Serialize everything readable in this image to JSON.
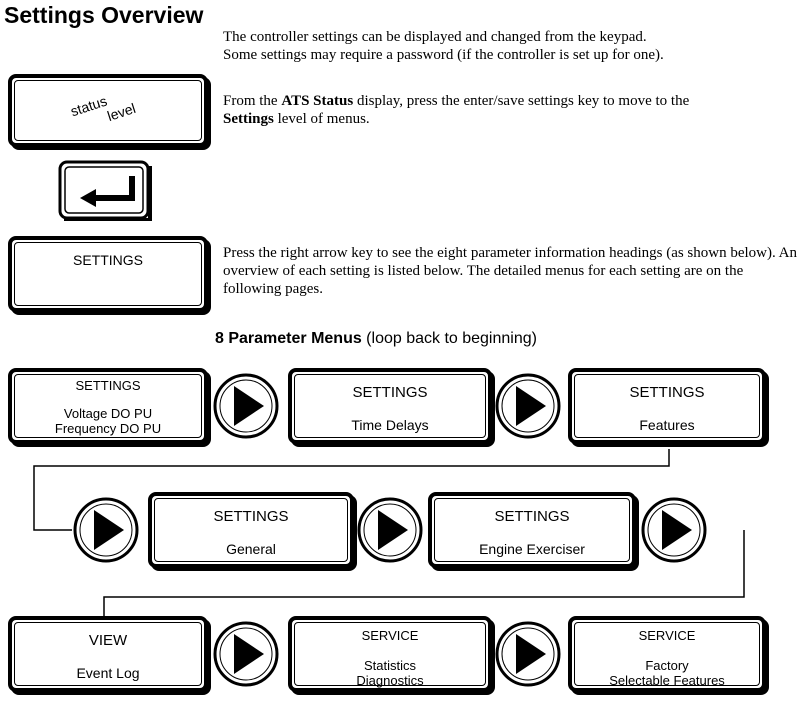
{
  "page_title": "Settings Overview",
  "intro": {
    "line1": "The controller settings can be displayed and changed from the keypad.",
    "line2": "Some settings may require a password (if the controller is set up for one)."
  },
  "status_step": {
    "display_word1": "status",
    "display_word2": "level",
    "text_prefix": "From the ",
    "text_bold1": "ATS Status",
    "text_middle": " display, press the enter/save settings key to move to the",
    "text_bold2": "Settings",
    "text_suffix": " level of menus."
  },
  "enter_key": {
    "icon": "enter-key-icon"
  },
  "settings_step": {
    "display": "SETTINGS",
    "text": "Press the right arrow key to see the eight parameter information headings (as shown below).  An overview of each setting is listed below.  The detailed menus for each setting are on the following pages."
  },
  "menus_heading": {
    "bold": "8 Parameter Menus",
    "normal": " (loop back to beginning)"
  },
  "menus": [
    {
      "head": "SETTINGS",
      "line1": "Voltage DO PU",
      "line2": "Frequency DO PU"
    },
    {
      "head": "SETTINGS",
      "line1": "Time Delays"
    },
    {
      "head": "SETTINGS",
      "line1": "Features"
    },
    {
      "head": "SETTINGS",
      "line1": "General"
    },
    {
      "head": "SETTINGS",
      "line1": "Engine Exerciser"
    },
    {
      "head": "VIEW",
      "line1": "Event Log"
    },
    {
      "head": "SERVICE",
      "line1": "Statistics",
      "line2": "Diagnostics"
    },
    {
      "head": "SERVICE",
      "line1": "Factory",
      "line2": "Selectable Features"
    }
  ],
  "right_arrow_icon": "right-arrow-icon"
}
